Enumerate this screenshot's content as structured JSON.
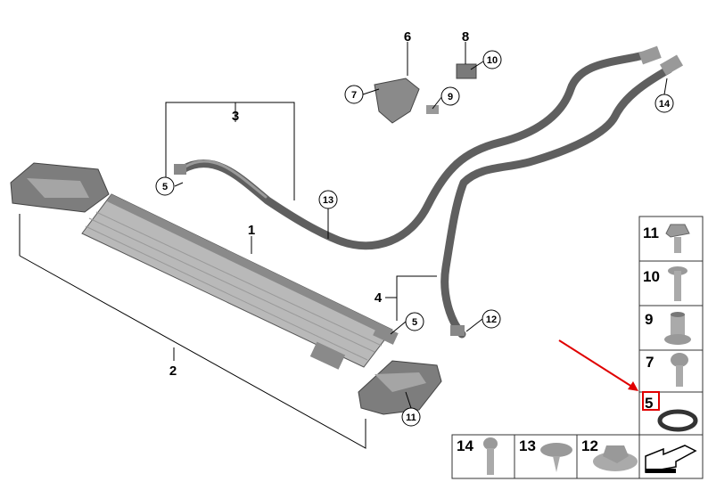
{
  "diagram": {
    "callouts": {
      "c1": "1",
      "c2": "2",
      "c3": "3",
      "c4": "4",
      "c5a": "5",
      "c5b": "5",
      "c6": "6",
      "c7": "7",
      "c8": "8",
      "c9": "9",
      "c10": "10",
      "c11": "11",
      "c12": "12",
      "c13": "13",
      "c14": "14"
    },
    "parts_table": {
      "right_column": [
        "11",
        "10",
        "9",
        "7",
        "5"
      ],
      "bottom_row": [
        "14",
        "13",
        "12"
      ],
      "highlighted": "5"
    },
    "colors": {
      "highlight": "#e00000",
      "hose": "#5f5f5f",
      "part": "#a8a8a8"
    }
  }
}
